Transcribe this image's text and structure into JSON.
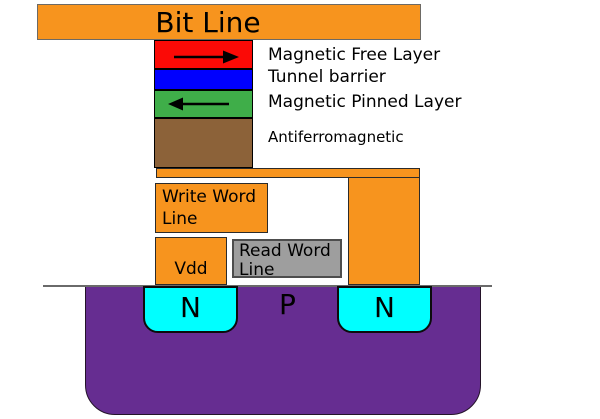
{
  "diagram": {
    "bit_line": {
      "label": "Bit Line",
      "color": "#f7941e"
    },
    "mtj_stack": {
      "layers": [
        {
          "label": "Magnetic Free Layer",
          "color": "#fb0a06",
          "arrow": "right"
        },
        {
          "label": "Tunnel barrier",
          "color": "#0000fe",
          "arrow": "none"
        },
        {
          "label": "Magnetic Pinned Layer",
          "color": "#3fae49",
          "arrow": "left"
        },
        {
          "label": "Antiferromagnetic",
          "color": "#8c6239",
          "arrow": "none"
        }
      ]
    },
    "write_word_line": {
      "label": "Write Word Line",
      "color": "#f7941e"
    },
    "vdd": {
      "label": "Vdd",
      "color": "#f7941e"
    },
    "read_word_line": {
      "label": "Read Word Line",
      "color": "#9e9e9e"
    },
    "substrate": {
      "label": "P",
      "color": "#662d91"
    },
    "wells": [
      {
        "label": "N",
        "color": "#00ffff"
      },
      {
        "label": "N",
        "color": "#00ffff"
      }
    ]
  }
}
